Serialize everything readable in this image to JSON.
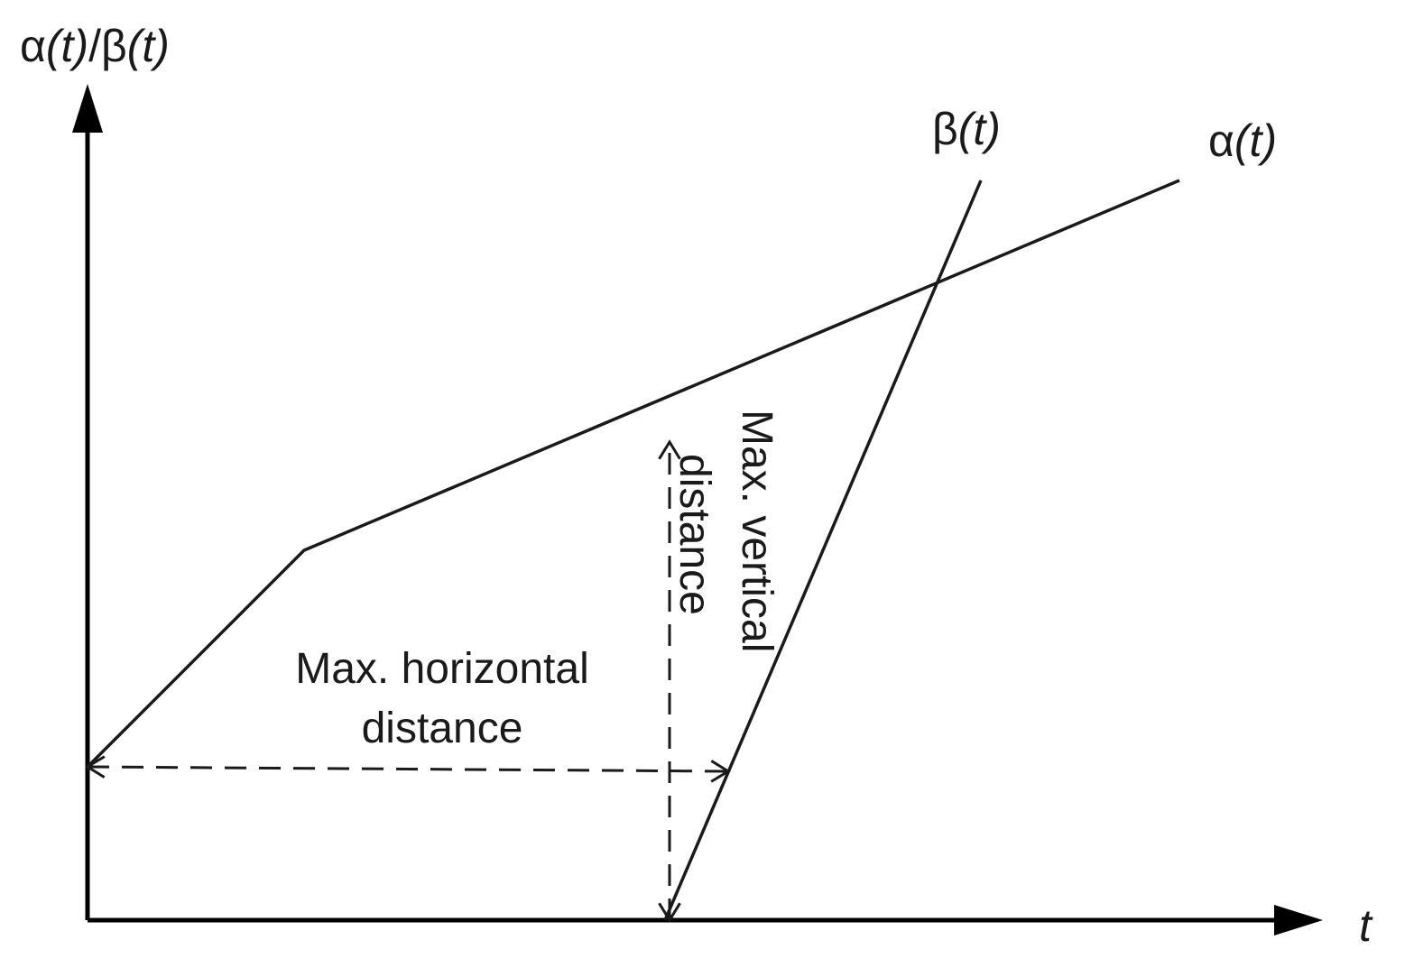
{
  "chart_data": {
    "type": "line",
    "xlabel": "t",
    "ylabel": {
      "prefix": "α",
      "arg1": "(t)",
      "sep": "/β",
      "arg2": "(t)"
    },
    "axes": {
      "x_ticks": false,
      "y_ticks": false,
      "grid": false,
      "arrowheads": true
    },
    "series": [
      {
        "name": "α(t)",
        "label": {
          "sym": "α",
          "arg": "(t)"
        },
        "points": [
          [
            0,
            1.7
          ],
          [
            2.4,
            4.1
          ],
          [
            12.1,
            8.2
          ]
        ],
        "color": "#1a1a1a"
      },
      {
        "name": "β(t)",
        "label": {
          "sym": "β",
          "arg": "(t)"
        },
        "points": [
          [
            6.4,
            0
          ],
          [
            9.9,
            8.2
          ]
        ],
        "color": "#1a1a1a"
      }
    ],
    "annotations": {
      "horizontal": {
        "lines": [
          "Max. horizontal",
          "distance"
        ],
        "from": [
          0,
          1.7
        ],
        "to": [
          7.1,
          1.65
        ]
      },
      "vertical": {
        "outer_text": "Max. vertical",
        "inner_text": "distance",
        "from": [
          6.45,
          0
        ],
        "to": [
          6.45,
          5.3
        ]
      }
    }
  }
}
